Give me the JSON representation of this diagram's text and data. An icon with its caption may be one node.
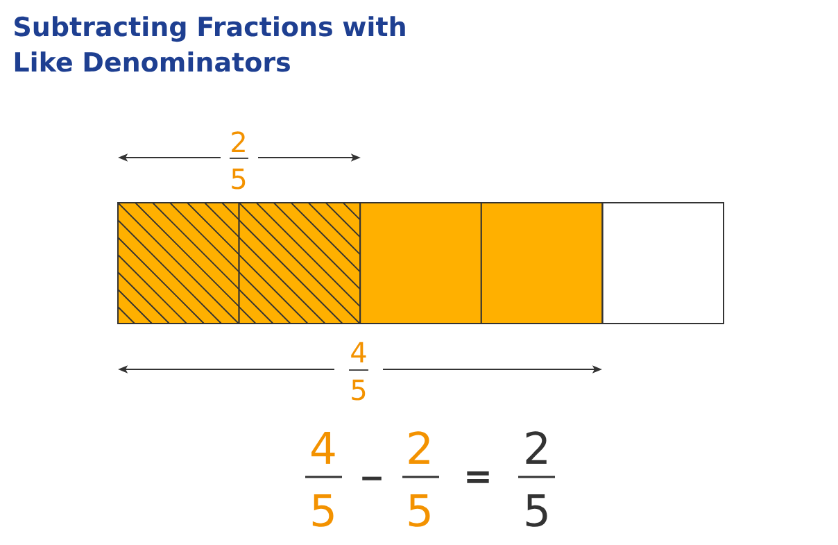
{
  "diagram": {
    "title": "Subtracting Fractions with Like Denominators",
    "labels": [
      "2",
      "5",
      "4",
      "5",
      "4",
      "5",
      "−",
      "2",
      "5",
      "=",
      "2",
      "5"
    ]
  }
}
